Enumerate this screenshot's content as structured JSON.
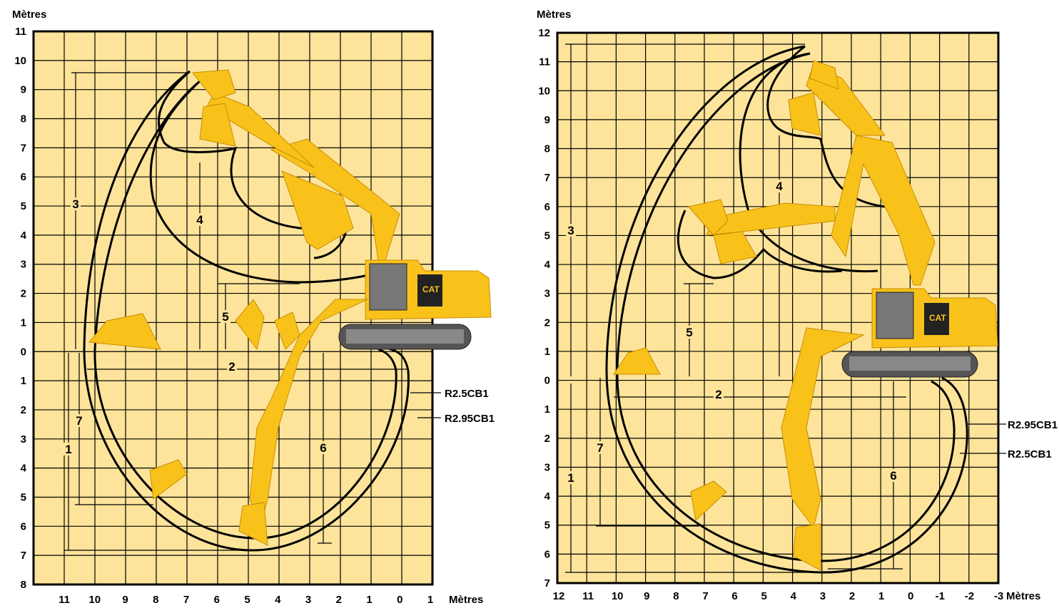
{
  "colors": {
    "background": "#fde49a",
    "machine": "#f9c21b",
    "line": "#000000"
  },
  "left_chart": {
    "y_unit": "Mètres",
    "x_unit": "Mètres",
    "y_ticks": [
      "11",
      "10",
      "9",
      "8",
      "7",
      "6",
      "5",
      "4",
      "3",
      "2",
      "1",
      "0",
      "1",
      "2",
      "3",
      "4",
      "5",
      "6",
      "7",
      "8"
    ],
    "x_ticks": [
      "11",
      "10",
      "9",
      "8",
      "7",
      "6",
      "5",
      "4",
      "3",
      "2",
      "1",
      "0",
      "1"
    ],
    "dimensions": [
      "1",
      "2",
      "3",
      "4",
      "5",
      "6",
      "7"
    ],
    "curve_labels": [
      "R2.5CB1",
      "R2.95CB1"
    ],
    "logo": "CAT"
  },
  "right_chart": {
    "y_unit": "Mètres",
    "x_unit": "Mètres",
    "y_ticks": [
      "12",
      "11",
      "10",
      "9",
      "8",
      "7",
      "6",
      "5",
      "4",
      "3",
      "2",
      "1",
      "0",
      "1",
      "2",
      "3",
      "4",
      "5",
      "6",
      "7"
    ],
    "x_ticks": [
      "12",
      "11",
      "10",
      "9",
      "8",
      "7",
      "6",
      "5",
      "4",
      "3",
      "2",
      "1",
      "0",
      "-1",
      "-2",
      "-3"
    ],
    "dimensions": [
      "1",
      "2",
      "3",
      "4",
      "5",
      "6",
      "7"
    ],
    "curve_labels": [
      "R2.95CB1",
      "R2.5CB1"
    ],
    "logo": "CAT"
  }
}
